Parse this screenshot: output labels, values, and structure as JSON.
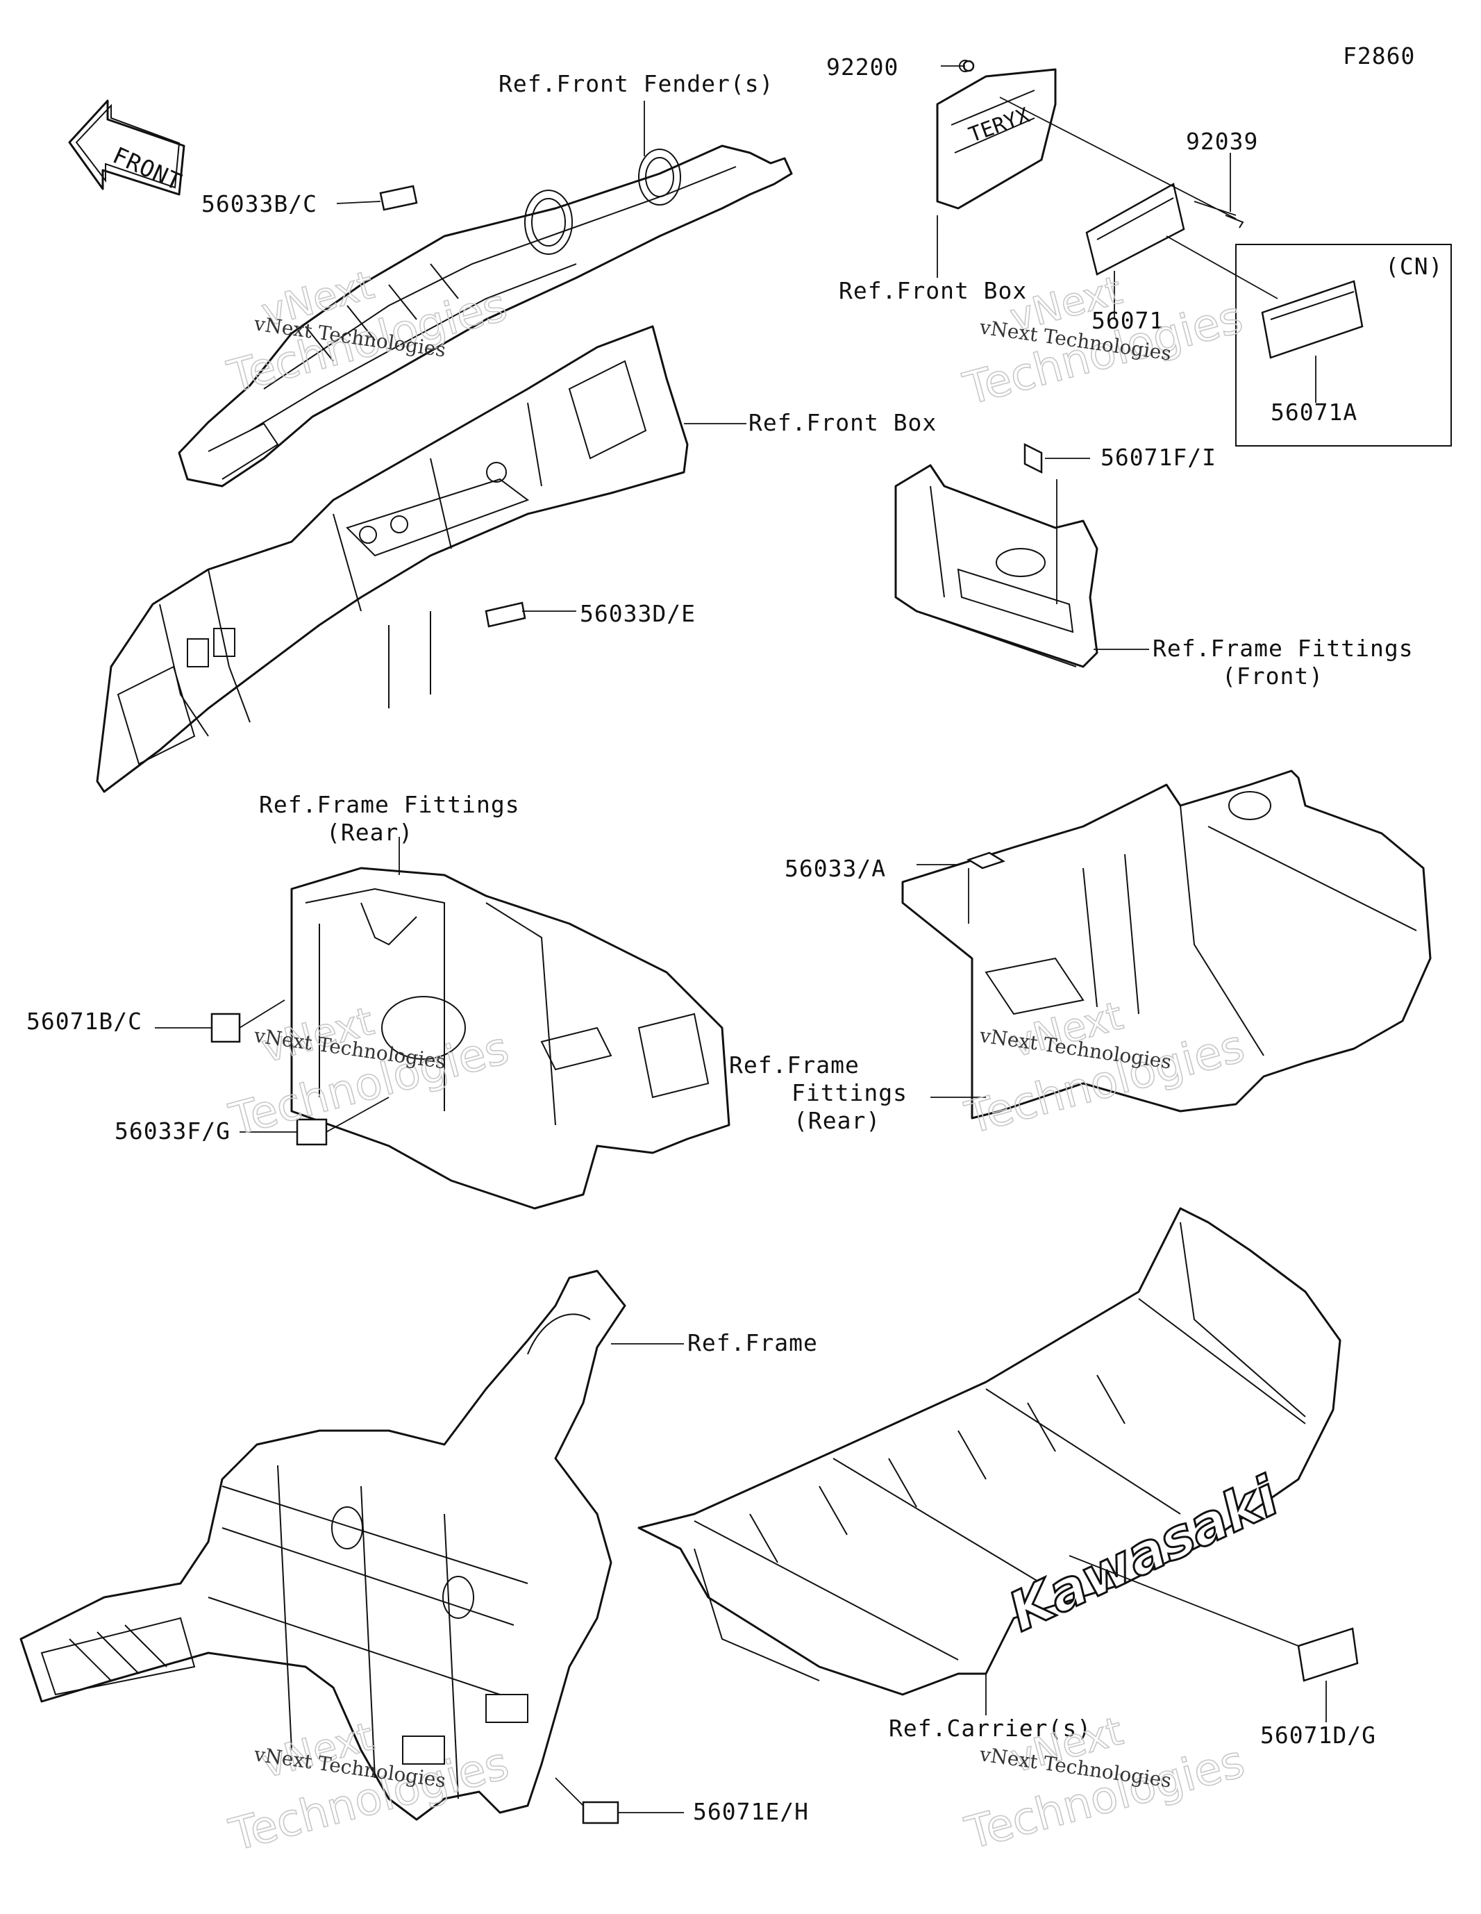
{
  "diagram_code": "F2860",
  "front_arrow_label": "FRONT",
  "callouts": {
    "fender_ref": "Ref.Front Fender(s)",
    "front_box_ref_top": "Ref.Front Box",
    "front_box_ref_mid": "Ref.Front Box",
    "frame_fittings_front": [
      "Ref.Frame Fittings",
      "(Front)"
    ],
    "frame_fittings_rear_mid": [
      "Ref.Frame Fittings",
      "(Rear)"
    ],
    "frame_fittings_rear_right": [
      "Ref.Frame",
      "Fittings",
      "(Rear)"
    ],
    "frame_ref": "Ref.Frame",
    "carrier_ref": "Ref.Carrier(s)",
    "cn_box_label": "(CN)"
  },
  "part_numbers": {
    "p92200": "92200",
    "p92039": "92039",
    "p56071": "56071",
    "p56071A": "56071A",
    "p56071F_I": "56071F/I",
    "p56033B_C": "56033B/C",
    "p56033D_E": "56033D/E",
    "p56033_A": "56033/A",
    "p56071B_C": "56071B/C",
    "p56033F_G": "56033F/G",
    "p56071D_G": "56071D/G",
    "p56071E_H": "56071E/H"
  },
  "carrier_brand": "Kawasaki",
  "watermark": {
    "line1": "vNext",
    "line2": "Technologies",
    "small": "vNext Technologies"
  }
}
